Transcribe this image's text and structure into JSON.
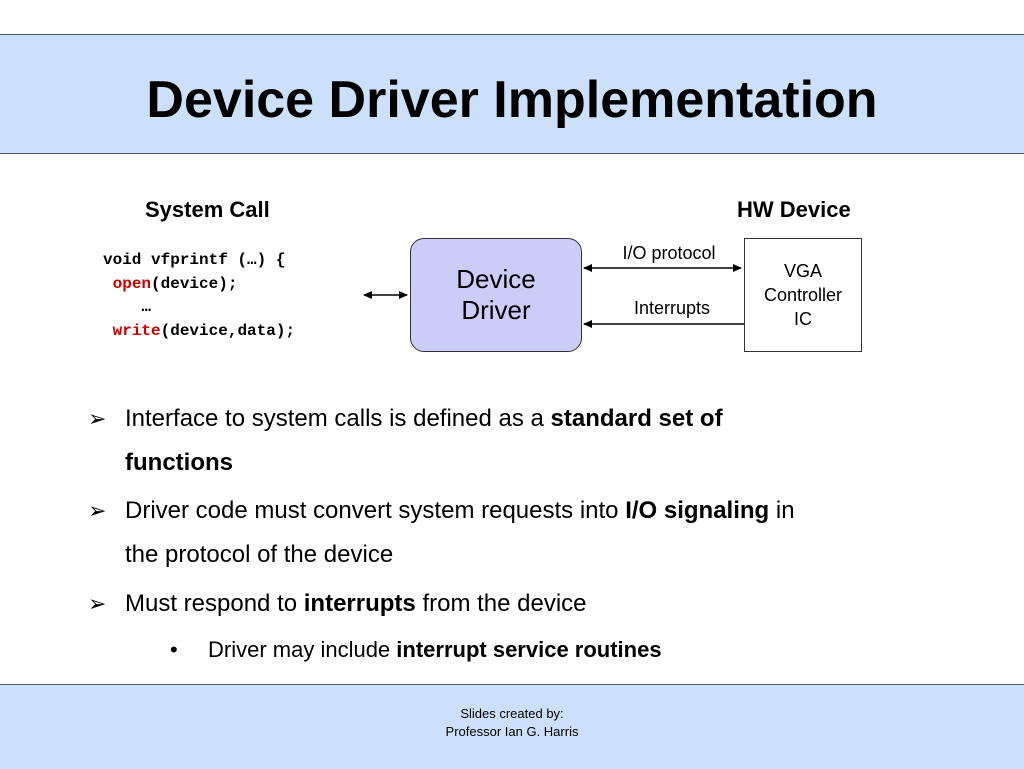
{
  "title": "Device Driver Implementation",
  "diagram": {
    "system_call_label": "System Call",
    "hw_device_label": "HW Device",
    "code": {
      "line1": "void vfprintf (…) {",
      "line2_kw": "open",
      "line2_rest": "(device);",
      "line3": "…",
      "line4_kw": "write",
      "line4_rest": "(device,data);"
    },
    "driver_box": {
      "line1": "Device",
      "line2": "Driver"
    },
    "vga_box": {
      "line1": "VGA",
      "line2": "Controller",
      "line3": "IC"
    },
    "io_protocol_label": "I/O protocol",
    "interrupts_label": "Interrupts"
  },
  "bullets": [
    {
      "prefix": "Interface to system calls is defined as a ",
      "bold": "standard set of",
      "cont_bold": "functions"
    },
    {
      "prefix": "Driver code must convert system requests into ",
      "bold": "I/O signaling",
      "suffix": " in",
      "cont": "the protocol of the device"
    },
    {
      "prefix": "Must respond to ",
      "bold": "interrupts",
      "suffix": " from the device"
    }
  ],
  "sub_bullet": {
    "prefix": "Driver may include ",
    "bold": "interrupt service routines"
  },
  "footer": {
    "line1": "Slides created by:",
    "line2": "Professor Ian G. Harris"
  },
  "colors": {
    "header_bg": "#cce0fb",
    "driver_box_bg": "#ccccf8",
    "keyword": "#cc0000"
  }
}
